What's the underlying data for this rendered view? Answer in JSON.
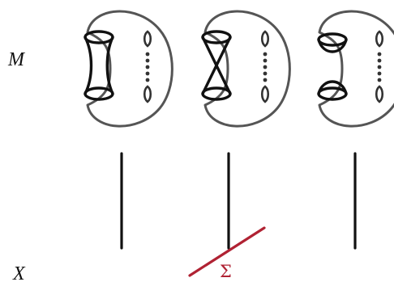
{
  "labels": {
    "M": "M",
    "X": "X",
    "sigma": "Σ"
  },
  "colors": {
    "outline": "#555555",
    "ink": "#111111",
    "sigma": "#b02233"
  }
}
